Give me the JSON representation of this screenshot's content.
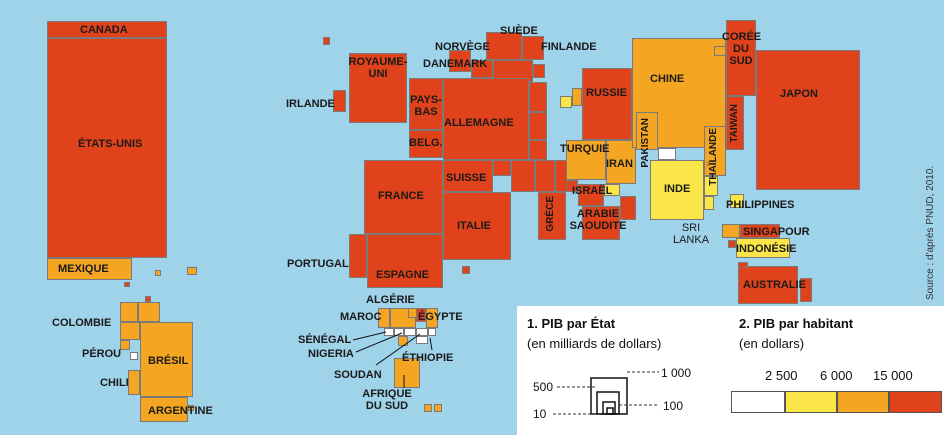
{
  "countries": {
    "canada": "CANADA",
    "etats_unis": "ÉTATS-UNIS",
    "mexique": "MEXIQUE",
    "colombie": "COLOMBIE",
    "perou": "PÉROU",
    "bresil": "BRÉSIL",
    "chili": "CHILI",
    "argentine": "ARGENTINE",
    "irlande": "IRLANDE",
    "royaume_uni": "ROYAUME-\nUNI",
    "norvege": "NORVÈGE",
    "suede": "SUÈDE",
    "finlande": "FINLANDE",
    "danemark": "DANEMARK",
    "pays_bas": "PAYS-\nBAS",
    "belg": "BELG.",
    "allemagne": "ALLEMAGNE",
    "france": "FRANCE",
    "suisse": "SUISSE",
    "italie": "ITALIE",
    "portugal": "PORTUGAL",
    "espagne": "ESPAGNE",
    "grece": "GRÈCE",
    "turquie": "TURQUIE",
    "russie": "RUSSIE",
    "chine": "CHINE",
    "coree_du_sud": "CORÉE\nDU\nSUD",
    "japon": "JAPON",
    "taiwan": "TAIWAN",
    "pakistan": "PAKISTAN",
    "thailande": "THAÏLANDE",
    "iran": "IRAN",
    "inde": "INDE",
    "israel": "ISRAËL",
    "arabie_saoudite": "ARABIE\nSAOUDITE",
    "sri_lanka": "SRI\nLANKA",
    "philippines": "PHILIPPINES",
    "singapour": "SINGAPOUR",
    "indonesie": "INDONÉSIE",
    "australie": "AUSTRALIE",
    "algerie": "ALGÉRIE",
    "maroc": "MAROC",
    "egypte": "ÉGYPTE",
    "senegal": "SÉNÉGAL",
    "nigeria": "NIGERIA",
    "ethiopie": "ÉTHIOPIE",
    "soudan": "SOUDAN",
    "afrique_du_sud": "AFRIQUE\nDU SUD"
  },
  "legend": {
    "title1": "1. PIB par État",
    "sub1": "(en milliards de dollars)",
    "size_500": "500",
    "size_10": "10",
    "size_1000": "1 000",
    "size_100": "100",
    "title2": "2. PIB par habitant",
    "sub2": "(en dollars)",
    "thr1": "2 500",
    "thr2": "6 000",
    "thr3": "15 000",
    "colors": [
      "#ffffff",
      "#fbe64a",
      "#f4a623",
      "#e0431b"
    ]
  },
  "source": "Source : d'après PNUD, 2010."
}
